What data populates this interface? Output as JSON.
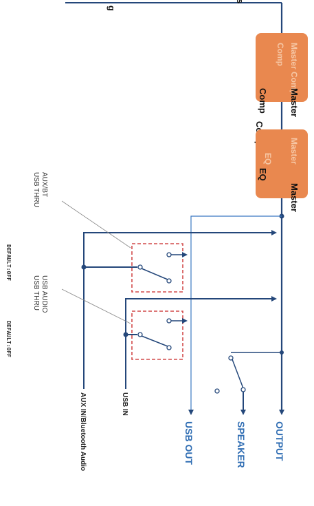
{
  "top_text": "g",
  "top_text_right": "s",
  "blocks": {
    "comp": {
      "ghost_line1": "Master Comp",
      "ghost_line2": "Comp",
      "label_a": "Master",
      "label_b": "Comp",
      "label_c": "Comp"
    },
    "eq": {
      "ghost_line1": "Master",
      "ghost_line2": "EQ",
      "label_a": "Master",
      "label_b": "EQ"
    }
  },
  "colors": {
    "line": "#24477a",
    "block": "#e9884f",
    "switch_box": "#d24a4a",
    "label_blue": "#2f6db3",
    "tap_line": "#3a78c2"
  },
  "outputs": {
    "output": "OUTPUT",
    "speaker": "SPEAKER",
    "usb_out": "USB OUT"
  },
  "inputs": {
    "usb_in": "USB IN",
    "aux_in": "AUX IN/Bluetooth Audio"
  },
  "switches": {
    "sw1": {
      "line1": "AUX/BT",
      "line2": "USB THRU",
      "default": "DEFAULT:OFF"
    },
    "sw2": {
      "line1": "USB AUDIO",
      "line2": "USB THRU",
      "default": "DEFAULT:OFF"
    }
  }
}
